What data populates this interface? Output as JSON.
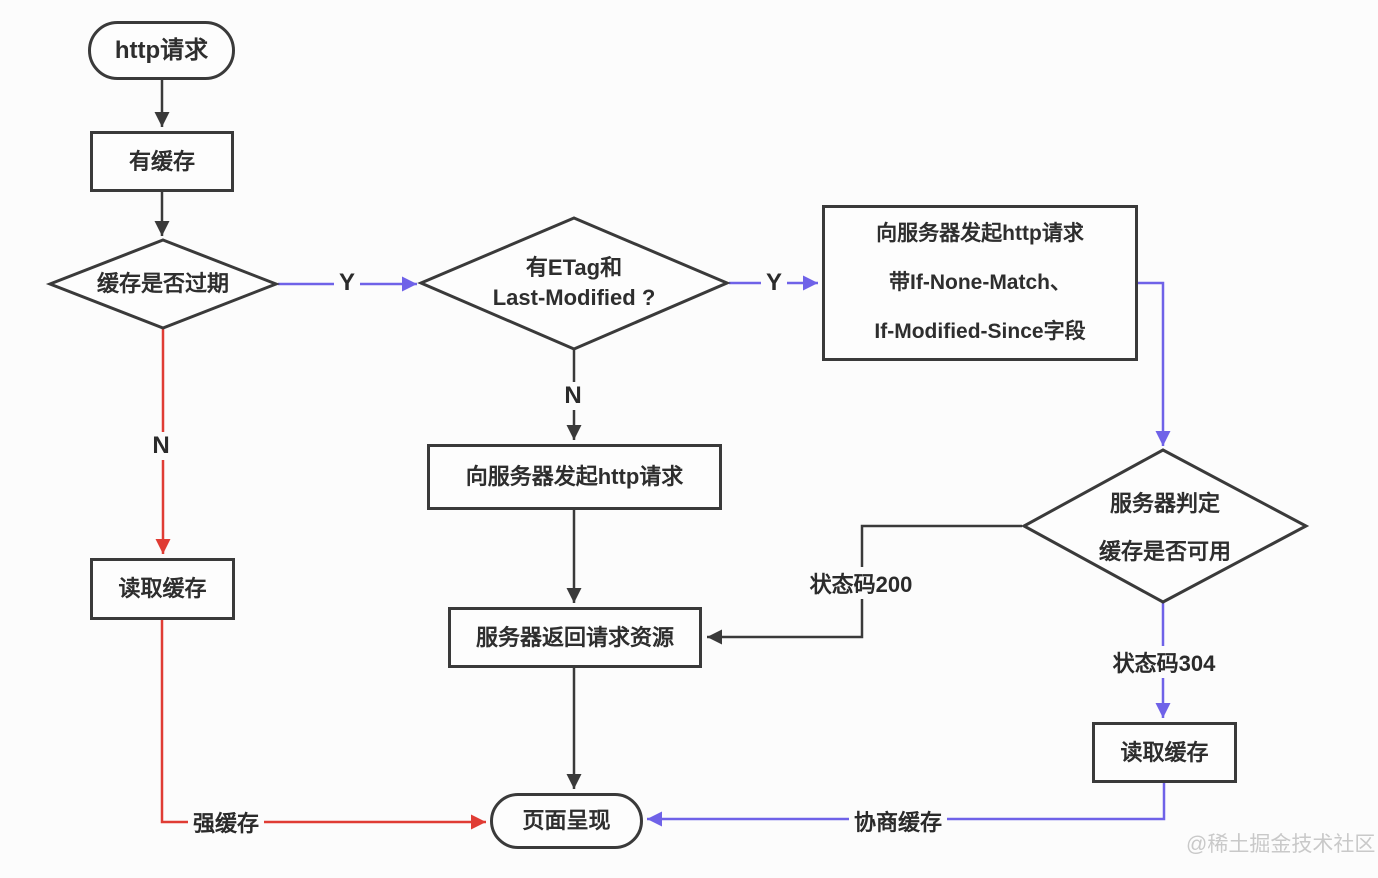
{
  "diagram": {
    "nodes": {
      "start": "http请求",
      "has_cache": "有缓存",
      "cache_expired": "缓存是否过期",
      "etag": [
        "有ETag和",
        "Last-Modified ?"
      ],
      "request_with_headers": [
        "向服务器发起http请求",
        "带If-None-Match、",
        "If-Modified-Since字段"
      ],
      "http_request": "向服务器发起http请求",
      "read_cache_left": "读取缓存",
      "server_return": "服务器返回请求资源",
      "server_judge": [
        "服务器判定",
        "缓存是否可用"
      ],
      "read_cache_right": "读取缓存",
      "page_render": "页面呈现"
    },
    "edge_labels": {
      "expired_yes": "Y",
      "etag_yes": "Y",
      "expired_no": "N",
      "etag_no": "N",
      "status_200": "状态码200",
      "status_304": "状态码304",
      "strong_cache": "强缓存",
      "negotiated_cache": "协商缓存"
    },
    "colors": {
      "stroke_dark": "#3a3a3a",
      "arrow_blue": "#6f62e8",
      "arrow_red": "#e03c34"
    },
    "watermark": "@稀土掘金技术社区"
  }
}
